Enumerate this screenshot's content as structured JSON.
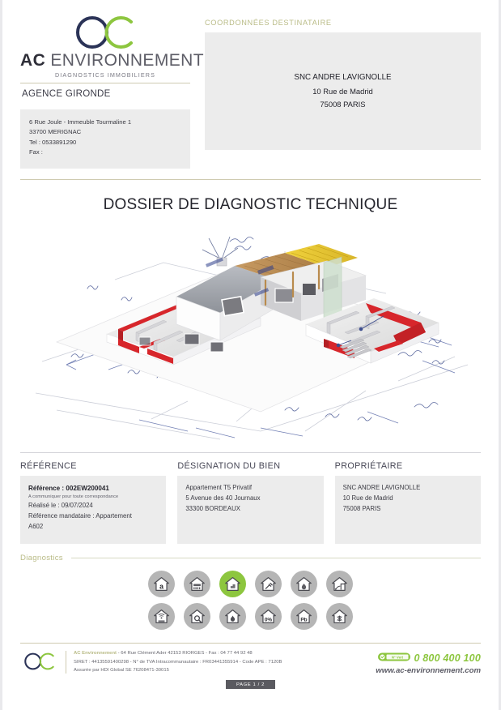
{
  "company": {
    "logo_name": "oc-logo",
    "name_bold": "AC",
    "name_rest": "ENVIRONNEMENT",
    "tagline": "DIAGNOSTICS IMMOBILIERS",
    "agency": "AGENCE GIRONDE",
    "address": [
      "6 Rue Joule - Immeuble Tourmaline 1",
      "33700 MERIGNAC",
      "Tel : 0533891290",
      "Fax :"
    ]
  },
  "recipient": {
    "heading": "COORDONNÉES DESTINATAIRE",
    "lines": [
      "SNC ANDRE LAVIGNOLLE",
      "10 Rue de Madrid",
      "75008 PARIS"
    ]
  },
  "document": {
    "title": "DOSSIER DE DIAGNOSTIC TECHNIQUE",
    "illustration_alt": "3d-building-cutaway-blueprint"
  },
  "reference": {
    "heading": "RÉFÉRENCE",
    "ref_label": "Référence : 002EW200041",
    "ref_note": "A communiquer pour toute correspondance",
    "realise": "Réalisé le : 09/07/2024",
    "mandataire": "Référence mandataire : Appartement",
    "mandataire_2": "A602"
  },
  "designation": {
    "heading": "DÉSIGNATION DU BIEN",
    "lines": [
      "Appartement T5 Privatif",
      "5 Avenue des 40 Journaux",
      "33300 BORDEAUX"
    ]
  },
  "owner": {
    "heading": "PROPRIÉTAIRE",
    "lines": [
      "SNC ANDRE LAVIGNOLLE",
      "10 Rue de Madrid",
      "75008 PARIS"
    ]
  },
  "diagnostics": {
    "label": "Diagnostics",
    "row1": [
      {
        "name": "amiante-icon",
        "glyph": "a",
        "active": false
      },
      {
        "name": "dpe-energy-icon",
        "glyph": "bars",
        "active": false
      },
      {
        "name": "erp-etat-risques-icon",
        "glyph": "steps",
        "active": true
      },
      {
        "name": "electricite-icon",
        "glyph": "plug",
        "active": false
      },
      {
        "name": "gaz-icon",
        "glyph": "drop",
        "active": false
      },
      {
        "name": "termites-icon",
        "glyph": "termite",
        "active": false
      }
    ],
    "row2": [
      {
        "name": "acoustique-icon",
        "glyph": "waves",
        "active": false
      },
      {
        "name": "inspection-loupe-icon",
        "glyph": "magnifier",
        "active": false
      },
      {
        "name": "flamme-icon",
        "glyph": "flame",
        "active": false
      },
      {
        "name": "humidite-icon",
        "glyph": "0%",
        "active": false
      },
      {
        "name": "plomb-icon",
        "glyph": "Pb",
        "active": false
      },
      {
        "name": "nuisibles-icon",
        "glyph": "snowflake",
        "active": false
      }
    ]
  },
  "footer": {
    "line1_gold": "AC Environnement",
    "line1_rest": " - 64 Rue Clément Ader 42153 RIORGES - Fax : 04 77 44 92 48",
    "line2": "SIRET : 44135591400298 - N° de TVA Intracommunautaire : FR03441355914 - Code APE : 7120B",
    "line3": "Assurée par HDI Global SE 76208471-30015",
    "numero_vert_badge": "N° Vert",
    "phone": "0 800 400 100",
    "website": "www.ac-environnement.com",
    "page_badge": "PAGE 1 / 2"
  },
  "colors": {
    "accent_green": "#8dc63f",
    "gold": "#b9bb86",
    "navy": "#2b3357",
    "box_grey": "#ececec",
    "icon_grey": "#b5b5b5"
  }
}
